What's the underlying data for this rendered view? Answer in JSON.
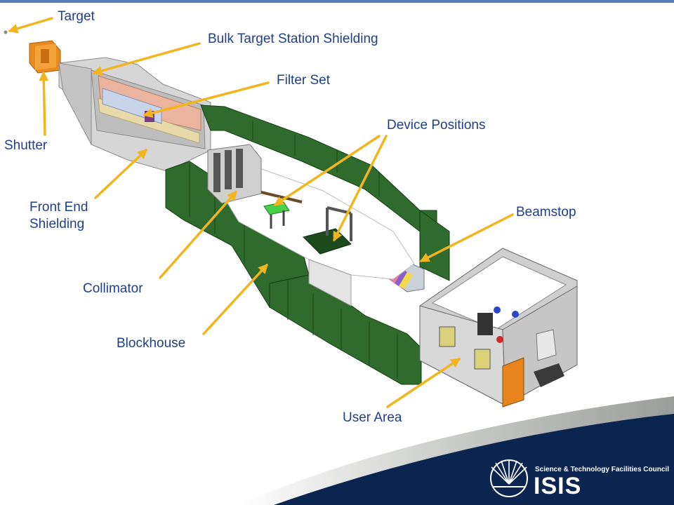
{
  "labels": {
    "target": "Target",
    "bulk_shielding": "Bulk Target Station Shielding",
    "filter_set": "Filter Set",
    "device_positions": "Device Positions",
    "shutter": "Shutter",
    "front_end_line1": "Front End",
    "front_end_line2": "Shielding",
    "beamstop": "Beamstop",
    "collimator": "Collimator",
    "blockhouse": "Blockhouse",
    "user_area": "User Area"
  },
  "footer": {
    "council": "Science & Technology Facilities Council",
    "logo": "ISIS"
  },
  "colors": {
    "label_text": "#1f3f8a",
    "arrow": "#f2b51d",
    "shielding_green": "#2e6b2c",
    "navy_band": "#0c2450",
    "top_rule": "#5b7fb8"
  }
}
